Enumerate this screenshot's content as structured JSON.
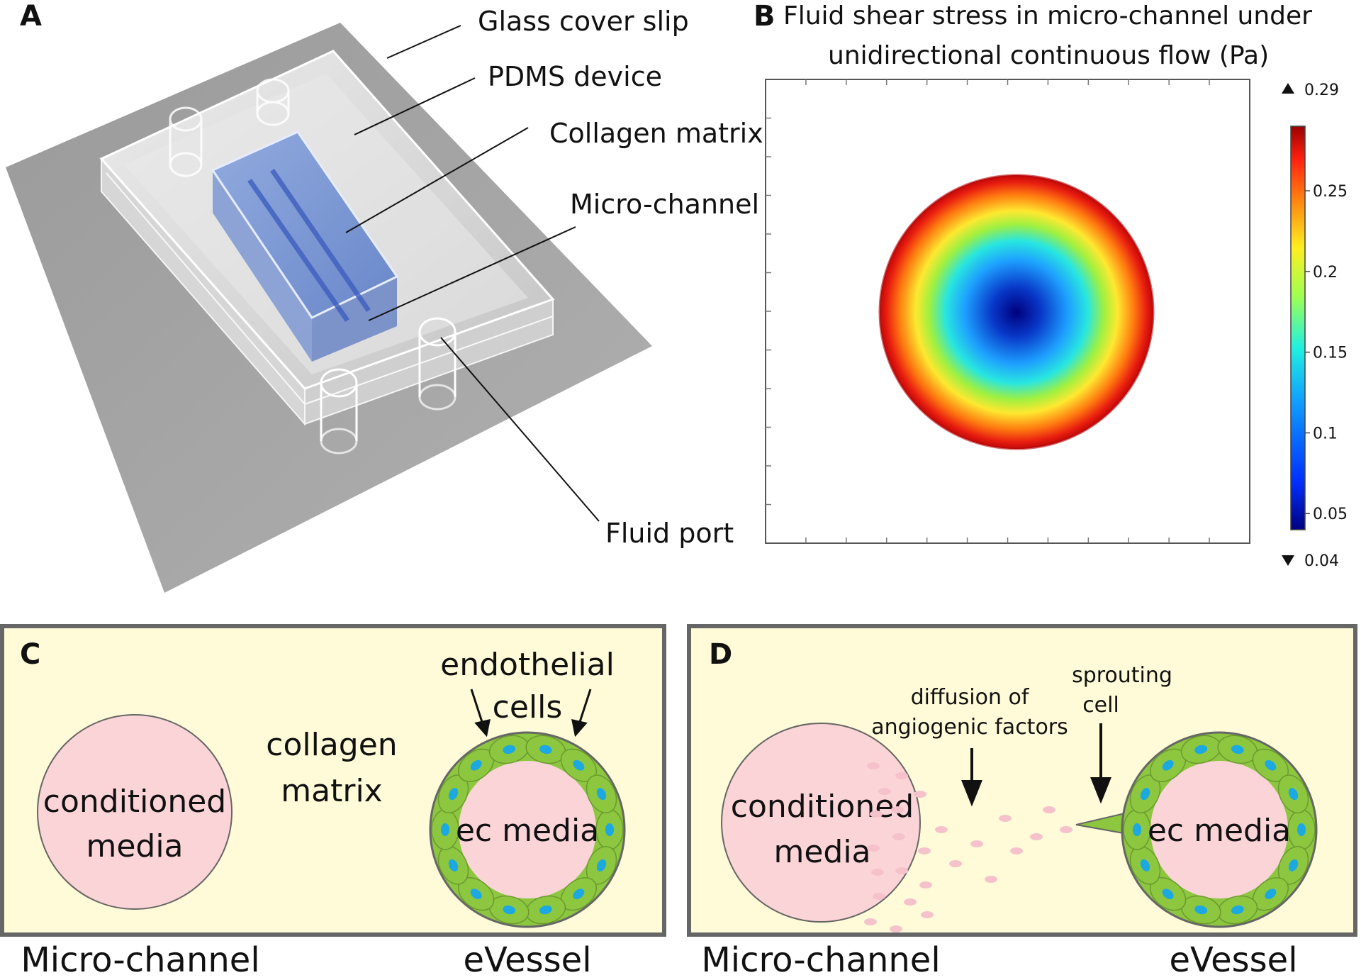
{
  "panel_a": {
    "letter": "A",
    "labels": {
      "cover_slip": "Glass cover slip",
      "pdms": "PDMS device",
      "collagen": "Collagen matrix",
      "channel": "Micro-channel",
      "port": "Fluid port"
    }
  },
  "panel_b": {
    "letter": "B",
    "title_line1": "Fluid shear stress in micro-channel under",
    "title_line2": "unidirectional continuous flow (Pa)",
    "max_label": "0.29",
    "min_label": "0.04",
    "colorbar_ticks": [
      "0.25",
      "0.2",
      "0.15",
      "0.1",
      "0.05"
    ],
    "colors": {
      "high": "#b00000",
      "mid": "#ffff30",
      "low": "#00007f"
    }
  },
  "chart_data": {
    "type": "heatmap",
    "title": "Fluid shear stress in micro-channel under unidirectional continuous flow (Pa)",
    "colorbar": {
      "min": 0.04,
      "max": 0.29,
      "ticks": [
        0.05,
        0.1,
        0.15,
        0.2,
        0.25
      ]
    },
    "description_values": {
      "center": 0.04,
      "wall": 0.29
    }
  },
  "panel_c": {
    "letter": "C",
    "conditioned_line1": "conditioned",
    "conditioned_line2": "media",
    "collagen_line1": "collagen",
    "collagen_line2": "matrix",
    "endothelial_line1": "endothelial",
    "endothelial_line2": "cells",
    "ec_media": "ec media",
    "label_left": "Micro-channel",
    "label_right": "eVessel"
  },
  "panel_d": {
    "letter": "D",
    "conditioned_line1": "conditioned",
    "conditioned_line2": "media",
    "diffusion_line1": "diffusion of",
    "diffusion_line2": "angiogenic factors",
    "sprouting_line1": "sprouting",
    "sprouting_line2": "cell",
    "ec_media": "ec media",
    "label_left": "Micro-channel",
    "label_right": "eVessel"
  }
}
